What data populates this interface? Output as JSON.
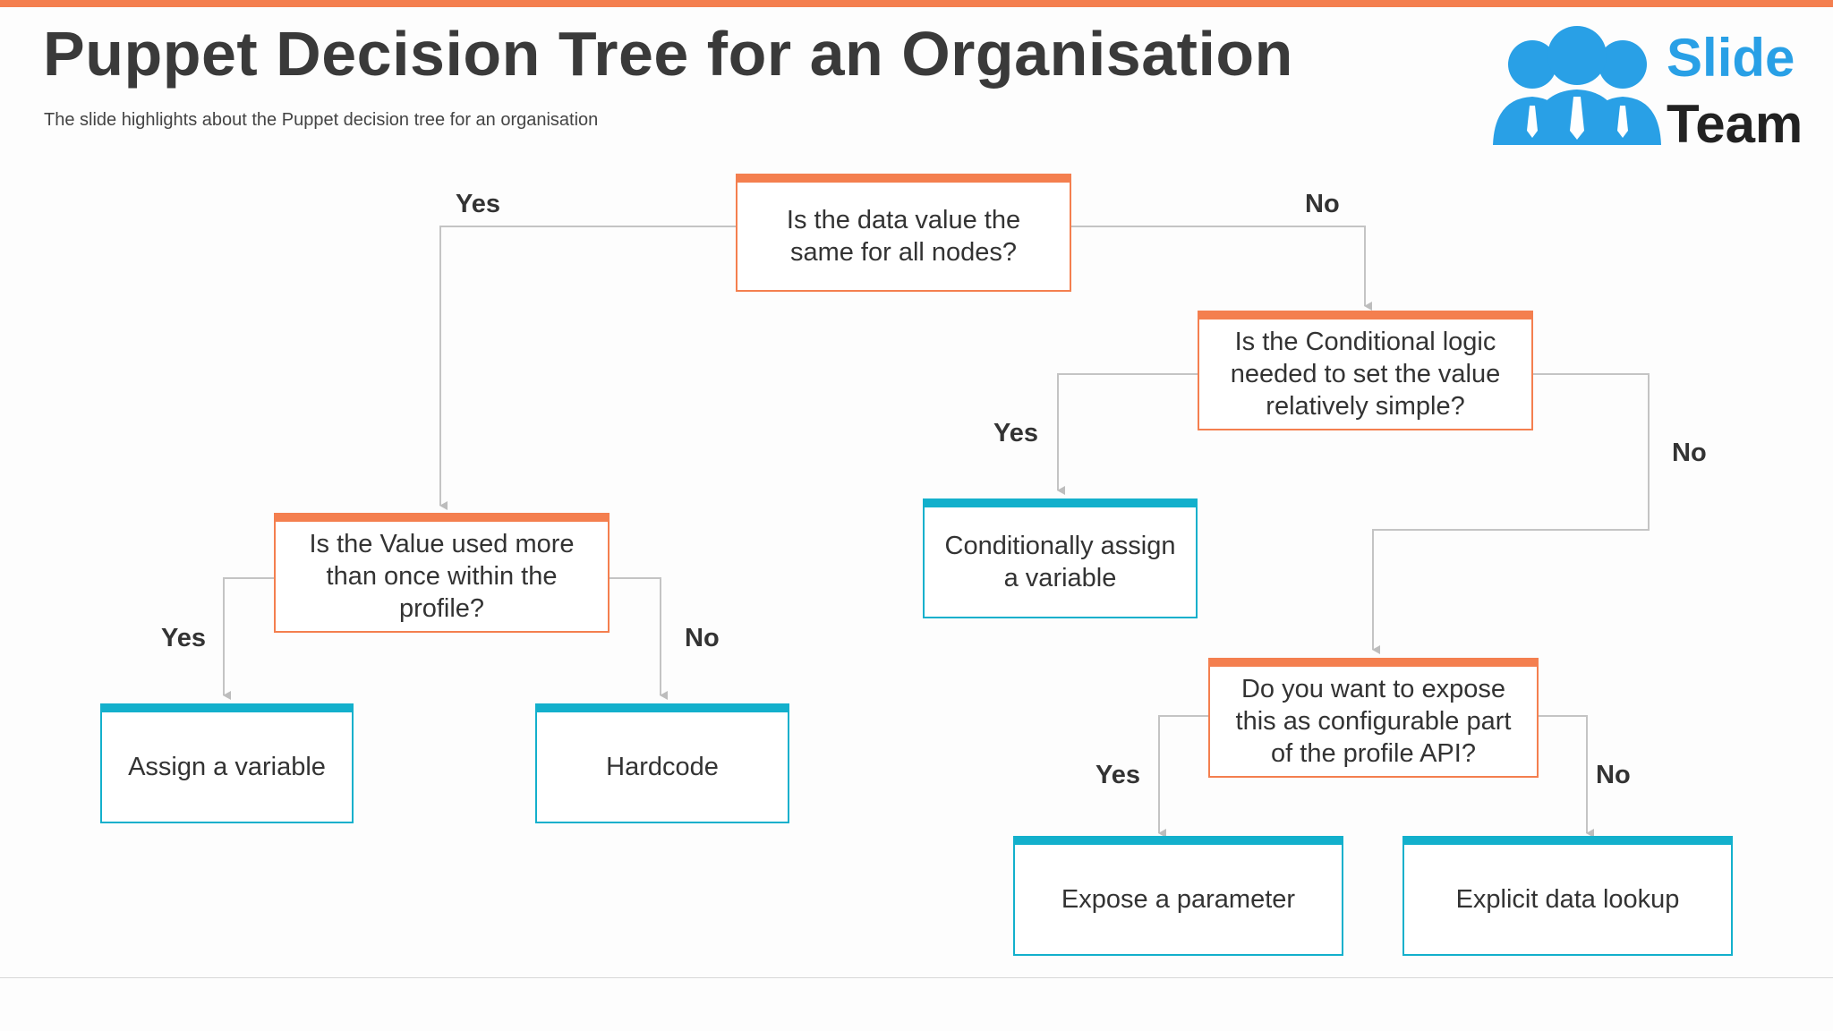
{
  "header": {
    "title": "Puppet Decision Tree for an Organisation",
    "subtitle": "The slide highlights about the Puppet decision tree for an organisation"
  },
  "logo": {
    "line1": "Slide",
    "line2": "Team"
  },
  "colors": {
    "accent": "#f47f4f",
    "answer": "#13b0cc",
    "connector": "#c4c4c4",
    "logo_blue": "#29a0e6"
  },
  "nodes": {
    "q1": "Is the data value the same for all nodes?",
    "q2": "Is the Value used more than once within the profile?",
    "q3": "Is the Conditional logic needed to set the value relatively simple?",
    "q4": "Do you want to expose this as configurable part of the profile API?",
    "a1": "Assign a variable",
    "a2": "Hardcode",
    "a3": "Conditionally assign a variable",
    "a4": "Expose a parameter",
    "a5": "Explicit data lookup"
  },
  "labels": {
    "q1_yes": "Yes",
    "q1_no": "No",
    "q2_yes": "Yes",
    "q2_no": "No",
    "q3_yes": "Yes",
    "q3_no": "No",
    "q4_yes": "Yes",
    "q4_no": "No"
  }
}
